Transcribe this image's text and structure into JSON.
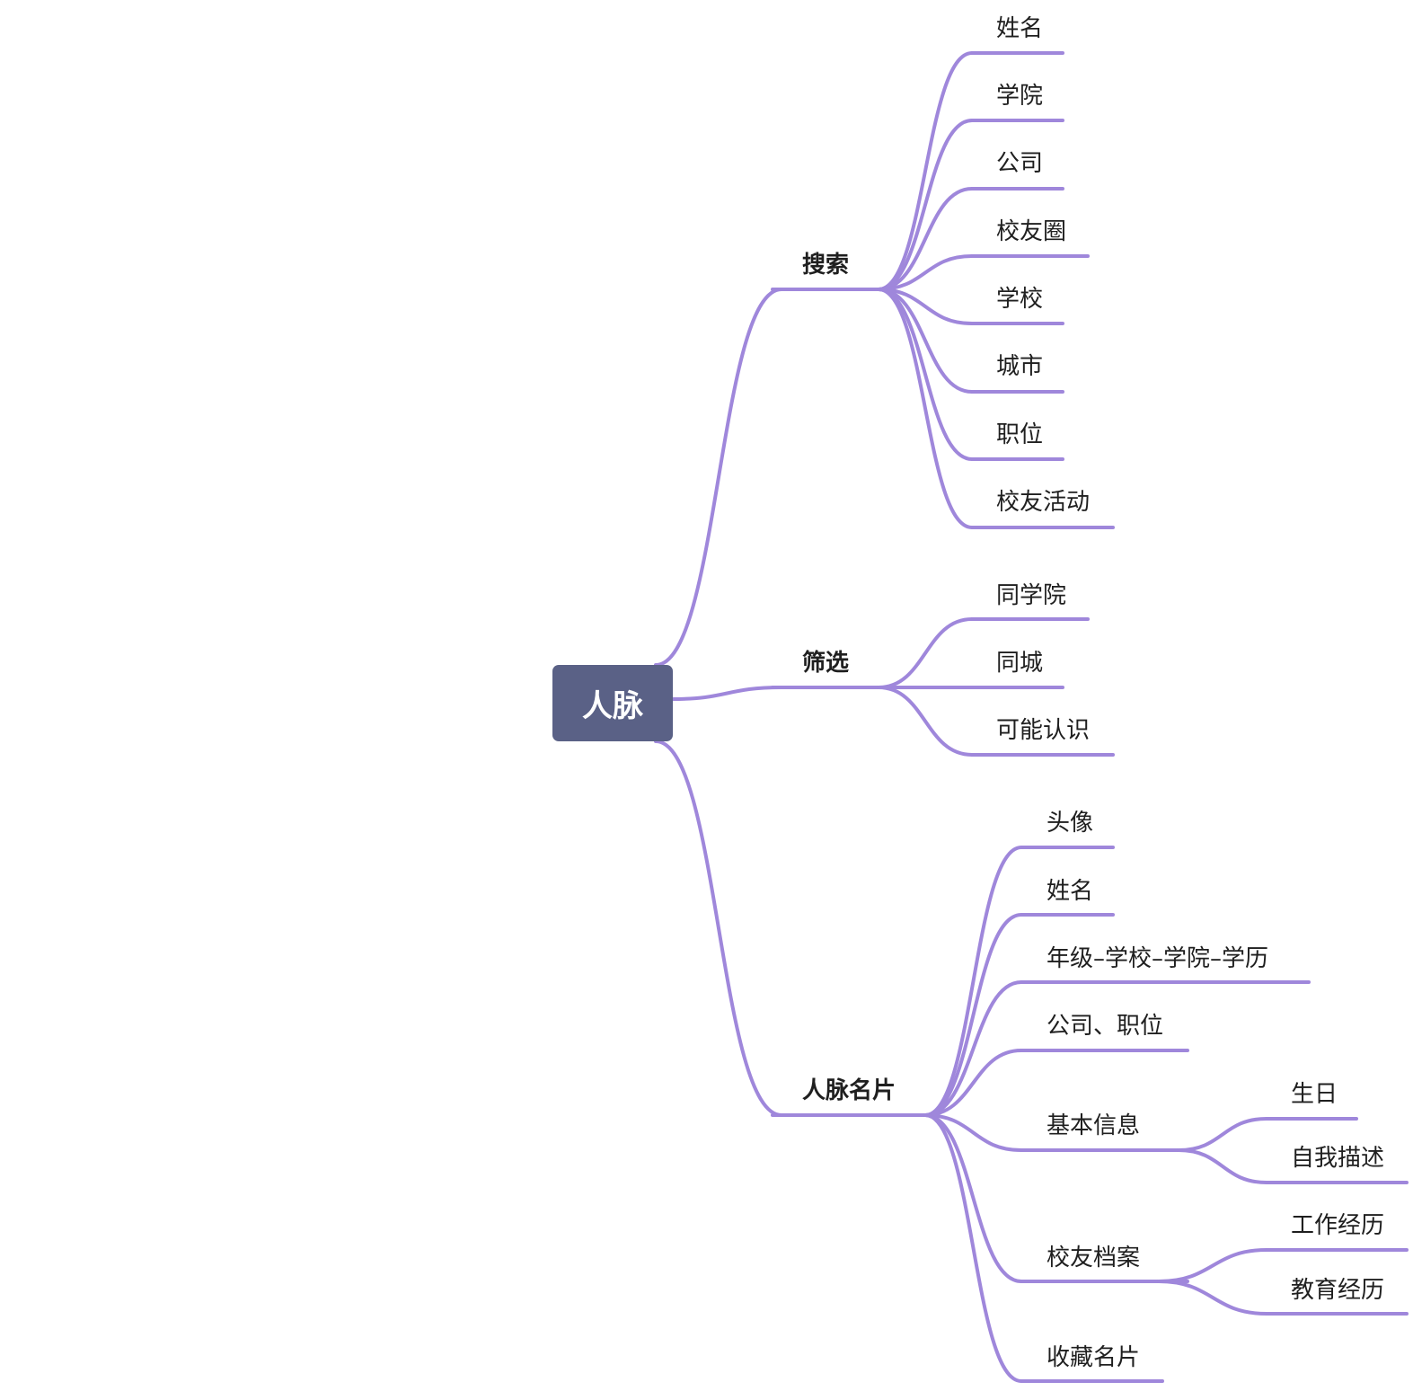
{
  "colors": {
    "line": "#9f87db",
    "root_bg": "#5a6186",
    "root_text": "#ffffff",
    "text": "#1f1f1f"
  },
  "root": {
    "label": "人脉"
  },
  "branches": [
    {
      "label": "搜索",
      "children": [
        {
          "label": "姓名"
        },
        {
          "label": "学院"
        },
        {
          "label": "公司"
        },
        {
          "label": "校友圈"
        },
        {
          "label": "学校"
        },
        {
          "label": "城市"
        },
        {
          "label": "职位"
        },
        {
          "label": "校友活动"
        }
      ]
    },
    {
      "label": "筛选",
      "children": [
        {
          "label": "同学院"
        },
        {
          "label": "同城"
        },
        {
          "label": "可能认识"
        }
      ]
    },
    {
      "label": "人脉名片",
      "children": [
        {
          "label": "头像"
        },
        {
          "label": "姓名"
        },
        {
          "label": "年级–学校–学院–学历"
        },
        {
          "label": "公司、职位"
        },
        {
          "label": "基本信息",
          "children": [
            {
              "label": "生日"
            },
            {
              "label": "自我描述"
            }
          ]
        },
        {
          "label": "校友档案",
          "children": [
            {
              "label": "工作经历"
            },
            {
              "label": "教育经历"
            }
          ]
        },
        {
          "label": "收藏名片"
        }
      ]
    }
  ]
}
